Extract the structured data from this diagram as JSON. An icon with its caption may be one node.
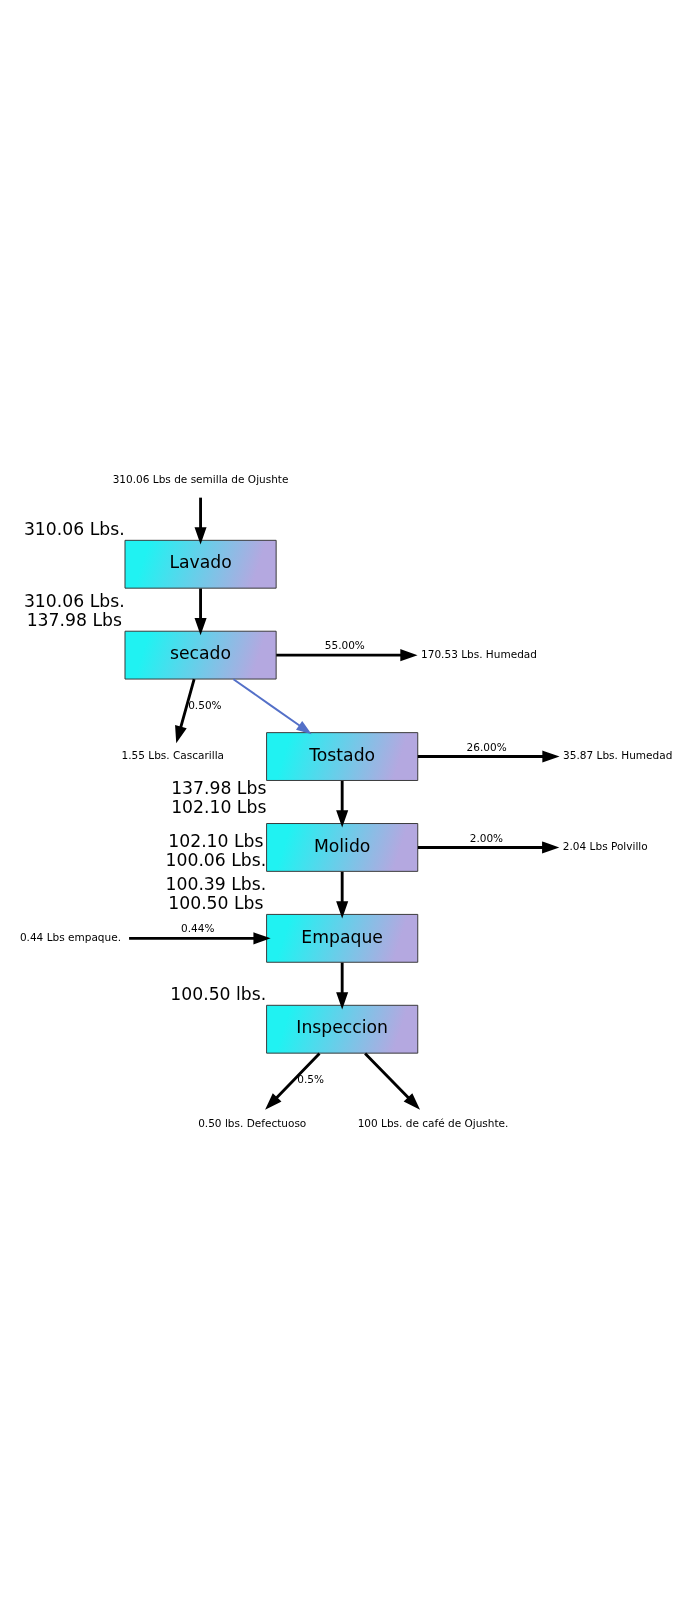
{
  "diagram": {
    "nodes": [
      {
        "text": [
          "310.06 Lbs de semilla de Ojushte"
        ]
      },
      {
        "text": [
          "Lavado"
        ],
        "beside": [
          "310.06 Lbs."
        ]
      },
      {
        "text": [
          "secado"
        ],
        "beside": [
          "310.06 Lbs.",
          "137.98 Lbs"
        ]
      },
      {
        "text": [
          "170.53 Lbs. Humedad"
        ]
      },
      {
        "text": [
          "1.55 Lbs. Cascarilla"
        ]
      },
      {
        "text": [
          "Tostado"
        ],
        "beside": [
          "137.98 Lbs",
          "102.10 Lbs"
        ]
      },
      {
        "text": [
          "35.87 Lbs. Humedad"
        ]
      },
      {
        "text": [
          "Molido"
        ],
        "beside": [
          "102.10 Lbs",
          "100.06 Lbs."
        ]
      },
      {
        "text": [
          "2.04 Lbs Polvillo"
        ]
      },
      {
        "text": [
          "0.44 Lbs empaque."
        ]
      },
      {
        "text": [
          "Empaque"
        ],
        "beside": [
          "100.39 Lbs.",
          "100.50 Lbs"
        ]
      },
      {
        "text": [
          "Inspeccion"
        ],
        "beside": [
          "100.50 lbs."
        ]
      },
      {
        "text": [
          "0.50 lbs. Defectuoso"
        ]
      },
      {
        "text": [
          "100 Lbs. de café de Ojushte."
        ]
      }
    ],
    "edges": [
      {
        "from": 0,
        "to": 1,
        "arrow": "to"
      },
      {
        "from": 1,
        "to": 2,
        "arrow": "to"
      },
      {
        "from": 2,
        "to": 3,
        "arrow": "to",
        "label": "55.00%"
      },
      {
        "from": 2,
        "to": 4,
        "arrow": "to",
        "label": "0.50%"
      },
      {
        "from": 2,
        "to": 5,
        "arrow": "to",
        "color": "#5470c8"
      },
      {
        "from": 5,
        "to": 6,
        "arrow": "to",
        "label": "26.00%"
      },
      {
        "from": 5,
        "to": 7,
        "arrow": "to"
      },
      {
        "from": 7,
        "to": 8,
        "arrow": "to",
        "label": "2.00%"
      },
      {
        "from": 7,
        "to": 10,
        "arrow": "to"
      },
      {
        "from": 9,
        "to": 10,
        "arrow": "to",
        "label": "0.44%"
      },
      {
        "from": 10,
        "to": 11,
        "arrow": "to"
      },
      {
        "from": 11,
        "to": 12,
        "arrow": "to",
        "label": "0.5%"
      },
      {
        "from": 11,
        "to": 13,
        "arrow": "to"
      }
    ]
  }
}
